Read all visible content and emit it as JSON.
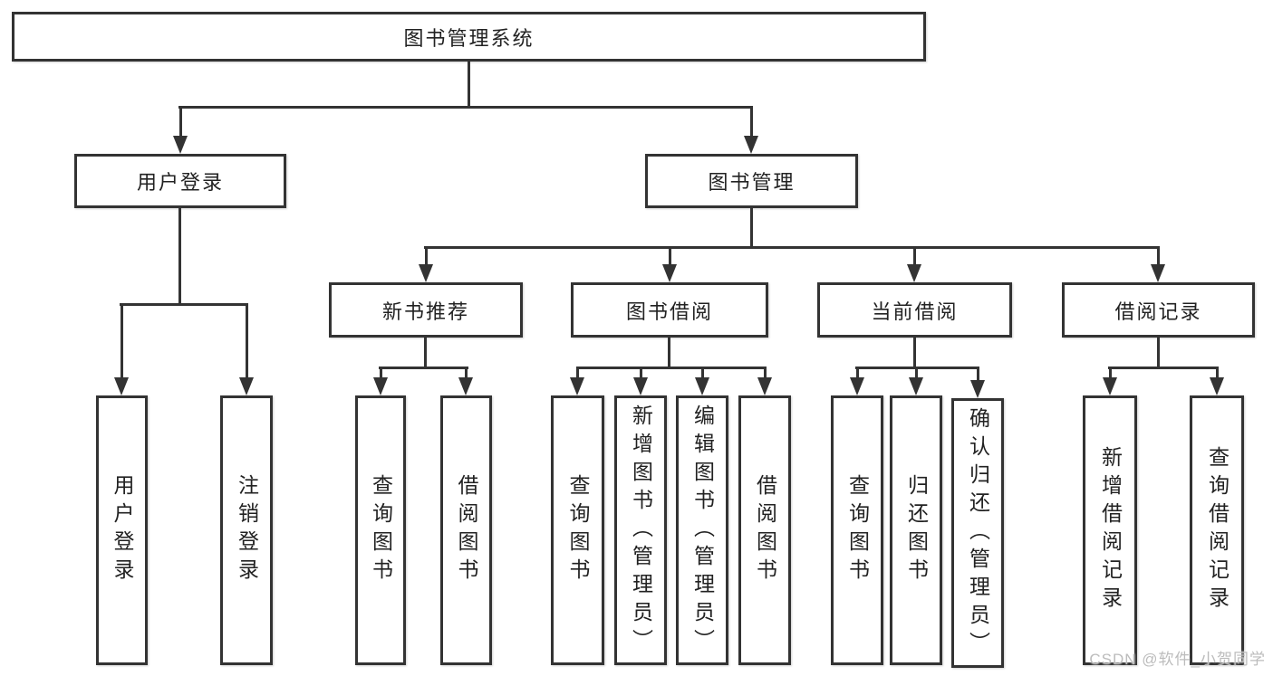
{
  "tree": {
    "root": "图书管理系统",
    "branches": [
      {
        "label": "用户登录",
        "leaves": [
          "用户登录",
          "注销登录"
        ]
      },
      {
        "label": "图书管理",
        "groups": [
          {
            "label": "新书推荐",
            "leaves": [
              "查询图书",
              "借阅图书"
            ]
          },
          {
            "label": "图书借阅",
            "leaves": [
              "查询图书",
              "新增图书（管理员）",
              "编辑图书（管理员）",
              "借阅图书"
            ]
          },
          {
            "label": "当前借阅",
            "leaves": [
              "查询图书",
              "归还图书",
              "确认归还（管理员）"
            ]
          },
          {
            "label": "借阅记录",
            "leaves": [
              "新增借阅记录",
              "查询借阅记录"
            ]
          }
        ]
      }
    ]
  },
  "watermark": "CSDN @软件_小贺同学",
  "colors": {
    "line": "#333333",
    "text": "#222222",
    "background": "#ffffff",
    "watermark": "#bcbcbc"
  }
}
